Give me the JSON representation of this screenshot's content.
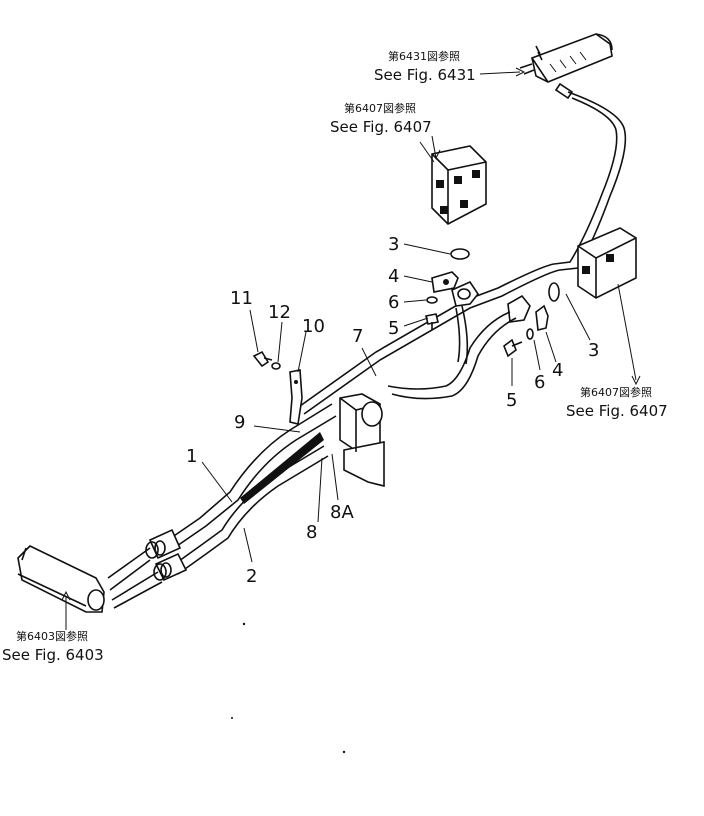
{
  "references": {
    "fig6431": {
      "jp": "第6431図参照",
      "en": "See Fig. 6431"
    },
    "fig6407_top": {
      "jp": "第6407図参照",
      "en": "See Fig. 6407"
    },
    "fig6407_right": {
      "jp": "第6407図参照",
      "en": "See Fig. 6407"
    },
    "fig6403": {
      "jp": "第6403図参照",
      "en": "See Fig. 6403"
    }
  },
  "callouts": {
    "c1": "1",
    "c2": "2",
    "c3_top": "3",
    "c3_right": "3",
    "c4_top": "4",
    "c4_right": "4",
    "c5_top": "5",
    "c5_right": "5",
    "c6_top": "6",
    "c6_right": "6",
    "c7": "7",
    "c8": "8",
    "c8a": "8A",
    "c9": "9",
    "c10": "10",
    "c11": "11",
    "c12": "12"
  }
}
